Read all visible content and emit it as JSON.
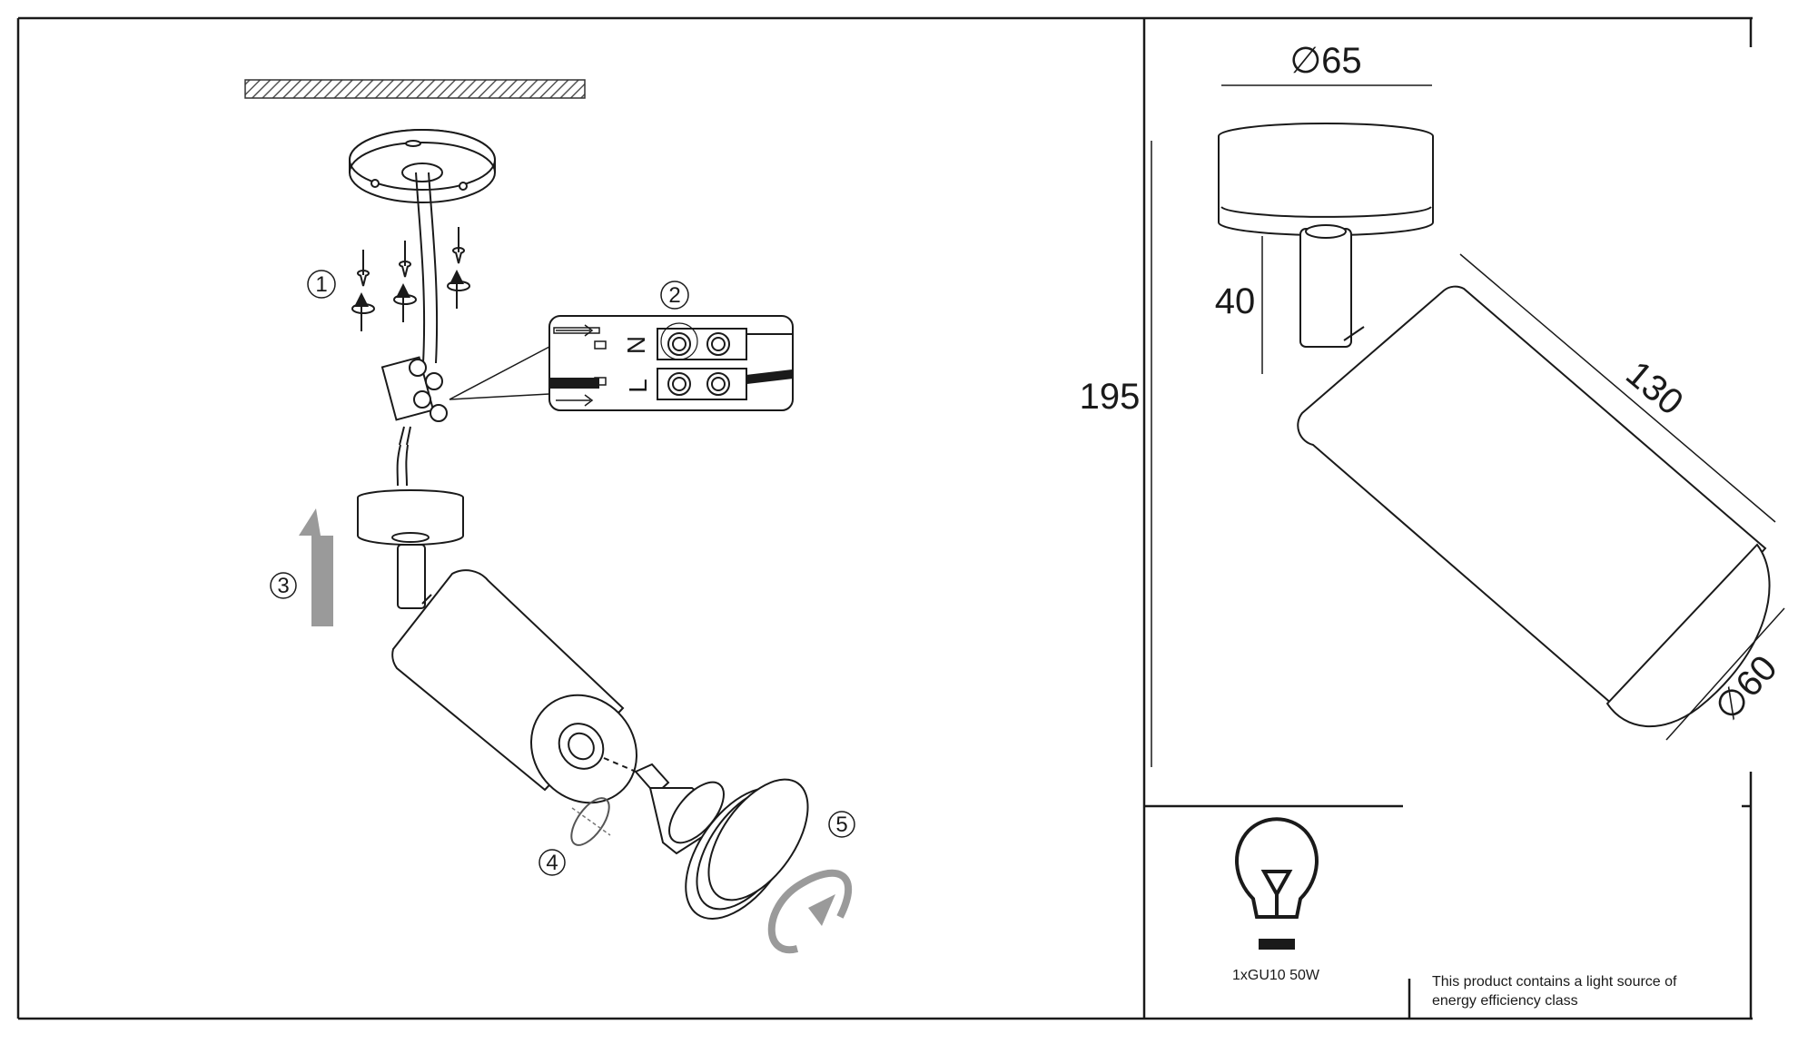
{
  "steps": [
    "1",
    "2",
    "3",
    "4",
    "5"
  ],
  "wiring": {
    "neutral_label": "N",
    "live_label": "L"
  },
  "dimensions": {
    "base_diameter": "∅65",
    "stem_height": "40",
    "total_height": "195",
    "shade_length": "130",
    "shade_diameter": "∅60"
  },
  "lamp": {
    "spec": "1xGU10 50W",
    "icon": "light-bulb-icon"
  },
  "energy_note": [
    "This product contains a light source of",
    "energy efficiency class"
  ],
  "colors": {
    "line": "#1a1a1a",
    "arrow_grey": "#9a9a9a",
    "hatch": "#555555"
  }
}
